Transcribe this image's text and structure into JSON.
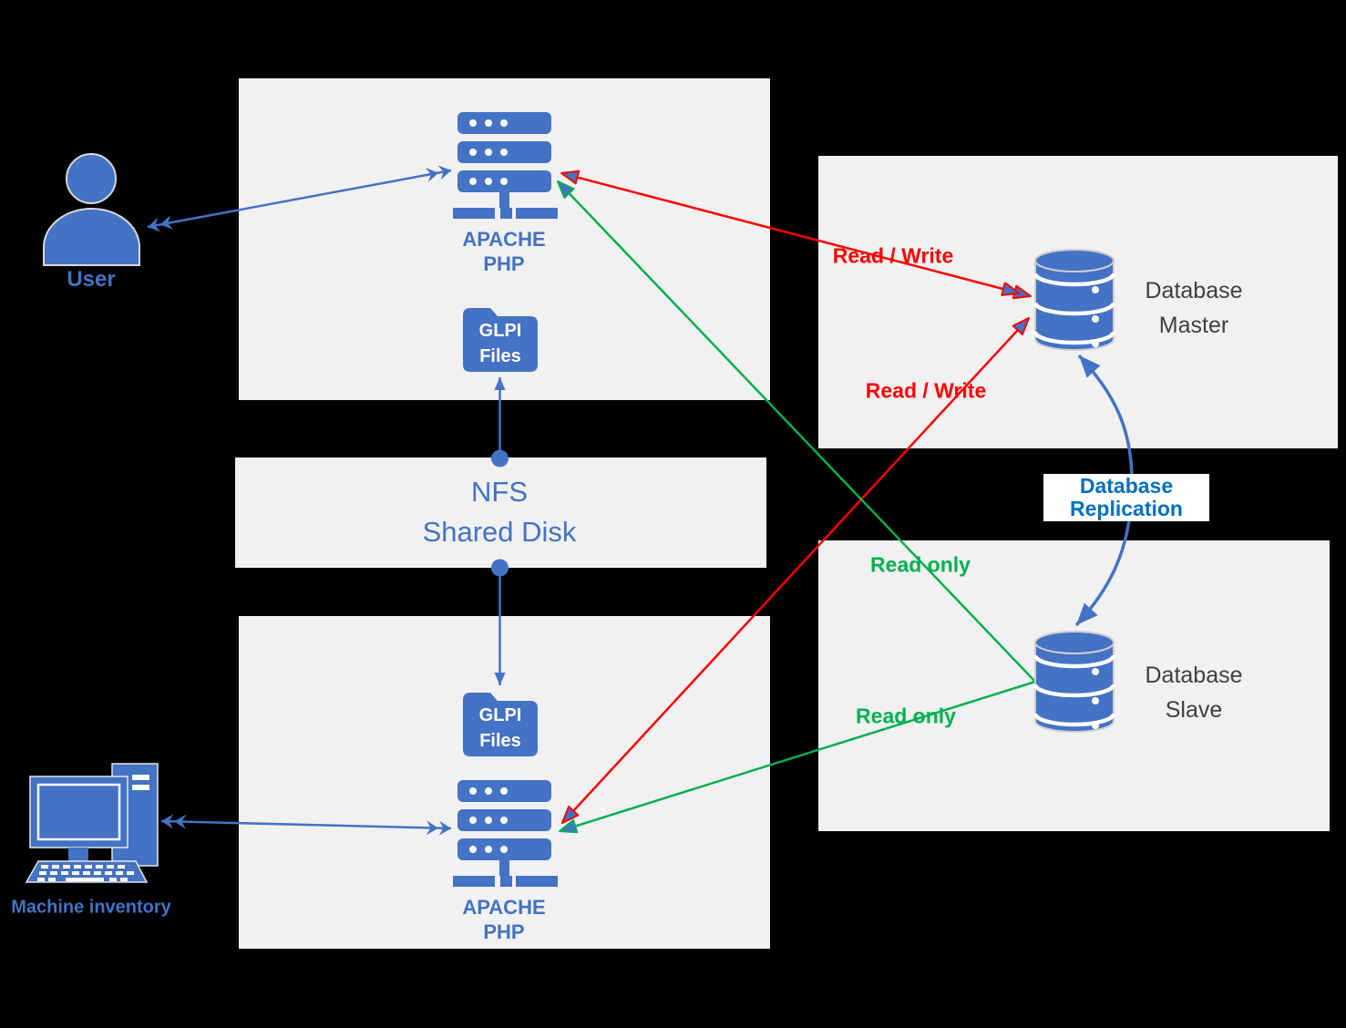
{
  "colors": {
    "accent_blue": "#4472C4",
    "container_gray": "#F1F1F1",
    "read_write_red": "#FF0000",
    "read_only_green": "#00B050",
    "database_text_dark": "#3F3F3F",
    "replication_text_blue": "#0070C0",
    "background": "#000000",
    "icon_outline": "#D9D9D9"
  },
  "nodes": {
    "user": {
      "label": "User"
    },
    "apache_top": {
      "line1": "APACHE",
      "line2": "PHP"
    },
    "glpi_files_top": {
      "line1": "GLPI",
      "line2": "Files"
    },
    "nfs": {
      "line1": "NFS",
      "line2": "Shared Disk"
    },
    "glpi_files_bottom": {
      "line1": "GLPI",
      "line2": "Files"
    },
    "apache_bottom": {
      "line1": "APACHE",
      "line2": "PHP"
    },
    "machine_inventory": {
      "label": "Machine inventory"
    },
    "database_master": {
      "line1": "Database",
      "line2": "Master"
    },
    "database_slave": {
      "line1": "Database",
      "line2": "Slave"
    }
  },
  "edges": {
    "read_write_top": {
      "label": "Read / Write"
    },
    "read_write_bottom": {
      "label": "Read / Write"
    },
    "read_only_top": {
      "label": "Read only"
    },
    "read_only_bottom": {
      "label": "Read only"
    },
    "database_replication": {
      "line1": "Database",
      "line2": "Replication"
    }
  }
}
